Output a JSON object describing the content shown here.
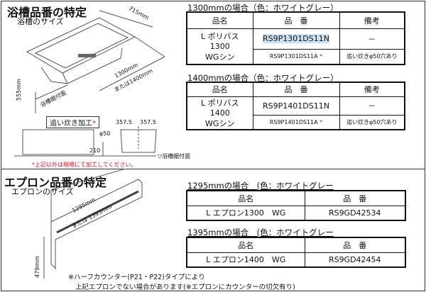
{
  "bathtub": {
    "title": "浴槽品番の特定",
    "subtitle": "浴槽のサイズ",
    "dim_width": "715mm",
    "dim_length": "1300mm",
    "dim_length_alt": "または1400mm",
    "dim_height": "555mm",
    "floor_label": "浴槽据付面",
    "reheat_label": "追い炊き加工",
    "asterisk": "*",
    "dim_357a": "357.5",
    "dim_357b": "357.5",
    "phi": "φ50",
    "dim_210": "210",
    "floor_label2": "▽浴槽据付面",
    "note": "*上記以外は現場にて加工してください。"
  },
  "table1300": {
    "caption": "1300mmの場合（色：ホワイトグレー）",
    "headers": [
      "品名",
      "品　番",
      "備考"
    ],
    "name": [
      "L ポリバス",
      "1300",
      "WGシン"
    ],
    "rows": [
      {
        "code": "RS9P1301DS11N",
        "remark": "－"
      },
      {
        "code": "RS9P1301DS11A",
        "mark": "*",
        "remark": "追い炊きφ50穴あり"
      }
    ]
  },
  "table1400": {
    "caption": "1400mmの場合（色：ホワイトグレー）",
    "headers": [
      "品名",
      "品　番",
      "備考"
    ],
    "name": [
      "L ポリバス",
      "1400",
      "WGシン"
    ],
    "rows": [
      {
        "code": "RS9P1401DS11N",
        "remark": "－"
      },
      {
        "code": "RS9P1401DS11A",
        "mark": "*",
        "remark": "追い炊きφ50穴あり"
      }
    ]
  },
  "apron": {
    "title": "エプロン品番の特定",
    "subtitle": "エプロンのサイズ",
    "dim_length": "1295mm",
    "dim_length_alt": "または 1395mm",
    "dim_height": "479mm",
    "note1": "※ハーフカウンター(P21・P22)タイプにより",
    "note2": "上記エプロンでない場合があります(※エプロンにカウンターの切欠有り)"
  },
  "table1295": {
    "caption": "1295mmの場合　(色：ホワイトグレー",
    "headers": [
      "品名",
      "品　番"
    ],
    "row": {
      "name": "L エプロン1300　WG",
      "code": "RS9GD42534"
    }
  },
  "table1395": {
    "caption": "1395mmの場合　(色：ホワイトグレー",
    "headers": [
      "品名",
      "品　番"
    ],
    "row": {
      "name": "L エプロン1400　WG",
      "code": "RS9GD42454"
    }
  }
}
